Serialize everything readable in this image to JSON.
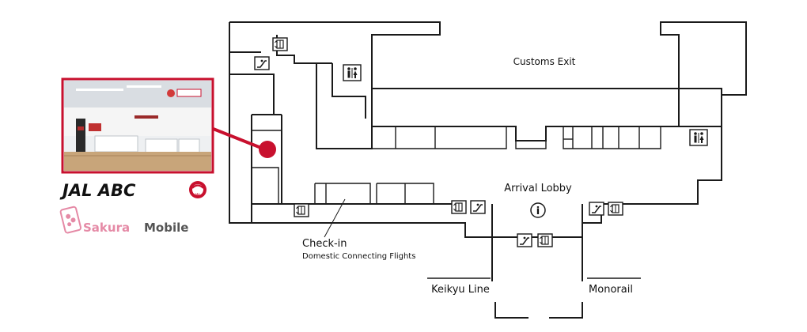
{
  "labels": {
    "customs_exit": "Customs Exit",
    "arrival_lobby": "Arrival Lobby",
    "check_in": "Check-in",
    "check_in_sub": "Domestic Connecting Flights",
    "keikyu_line": "Keikyu Line",
    "monorail": "Monorail",
    "info": "i"
  },
  "brand": {
    "jal_abc": "JAL ABC",
    "jal_logo_text": "JAL",
    "sakura": "Sakura",
    "mobile": "Mobile"
  },
  "colors": {
    "accent_red": "#c8102e",
    "sakura_pink": "#e58aa6",
    "wall": "#1a1a1a"
  },
  "icons": [
    "elevator-icon",
    "escalator-icon",
    "restroom-icon",
    "info-icon",
    "location-marker-icon"
  ]
}
